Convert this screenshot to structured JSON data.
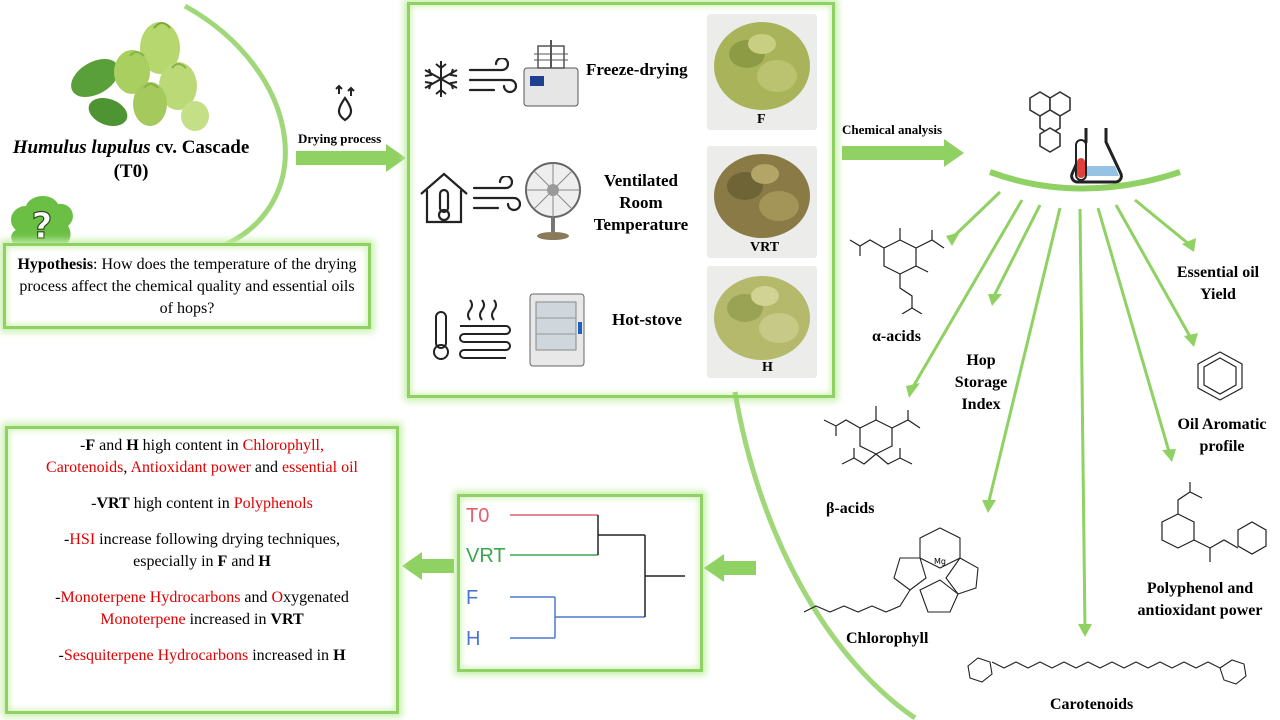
{
  "title": {
    "species_italic": "Humulus lupulus",
    "cultivar": " cv. Cascade",
    "code": "(T0)"
  },
  "hypothesis": {
    "label": "Hypothesis",
    "text": ": How does the temperature of the drying process affect the chemical quality and essential oils of hops?"
  },
  "drying_process_label": "Drying process",
  "chemical_analysis_label": "Chemical analysis",
  "methods": [
    {
      "label": "Freeze-drying",
      "code": "F"
    },
    {
      "label": "Ventilated Room Temperature",
      "code": "VRT"
    },
    {
      "label": "Hot-stove",
      "code": "H"
    }
  ],
  "analyses": {
    "alpha": "α-acids",
    "beta": "β-acids",
    "hsi": "Hop Storage Index",
    "chlorophyll": "Chlorophyll",
    "carotenoids": "Carotenoids",
    "polyphenol": "Polyphenol and antioxidant power",
    "aromatic": "Oil Aromatic profile",
    "yield": "Essential oil Yield"
  },
  "dendrogram": {
    "leaves": [
      {
        "label": "T0",
        "color": "#e06070"
      },
      {
        "label": "VRT",
        "color": "#3aa84a"
      },
      {
        "label": "F",
        "color": "#4a78d0"
      },
      {
        "label": "H",
        "color": "#4a78d0"
      }
    ]
  },
  "colors": {
    "accent_green": "#8fd162",
    "highlight_red": "#e00000"
  }
}
